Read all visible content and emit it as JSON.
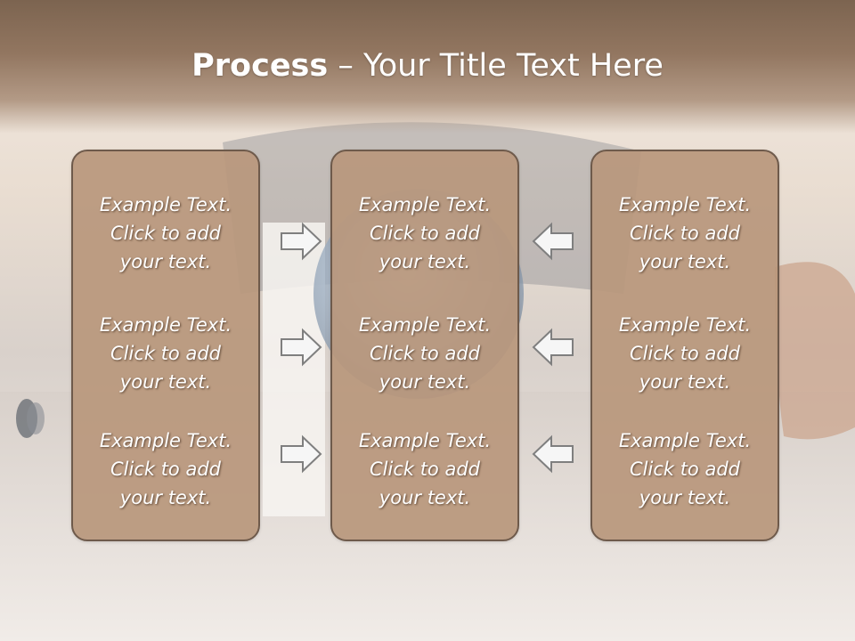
{
  "slide": {
    "title_bold": "Process",
    "title_rest": " – Your Title Text Here"
  },
  "columns": [
    {
      "blocks": [
        {
          "l1": "Example Text.",
          "l2": "Click  to add",
          "l3": "your text."
        },
        {
          "l1": "Example Text.",
          "l2": "Click  to add",
          "l3": "your text."
        },
        {
          "l1": "Example Text.",
          "l2": "Click  to add",
          "l3": "your text."
        }
      ]
    },
    {
      "blocks": [
        {
          "l1": "Example Text.",
          "l2": "Click  to add",
          "l3": "your text."
        },
        {
          "l1": "Example Text.",
          "l2": "Click  to add",
          "l3": "your text."
        },
        {
          "l1": "Example Text.",
          "l2": "Click  to add",
          "l3": "your text."
        }
      ]
    },
    {
      "blocks": [
        {
          "l1": "Example Text.",
          "l2": "Click  to add",
          "l3": "your text."
        },
        {
          "l1": "Example Text.",
          "l2": "Click  to add",
          "l3": "your text."
        },
        {
          "l1": "Example Text.",
          "l2": "Click  to add",
          "l3": "your text."
        }
      ]
    }
  ],
  "arrows": {
    "left_group": "arrow-right-icon",
    "right_group": "arrow-left-icon"
  },
  "colors": {
    "title_band": "#927660",
    "panel_fill": "#b8977c",
    "panel_border": "#6e5a4b",
    "text": "#ffffff"
  }
}
